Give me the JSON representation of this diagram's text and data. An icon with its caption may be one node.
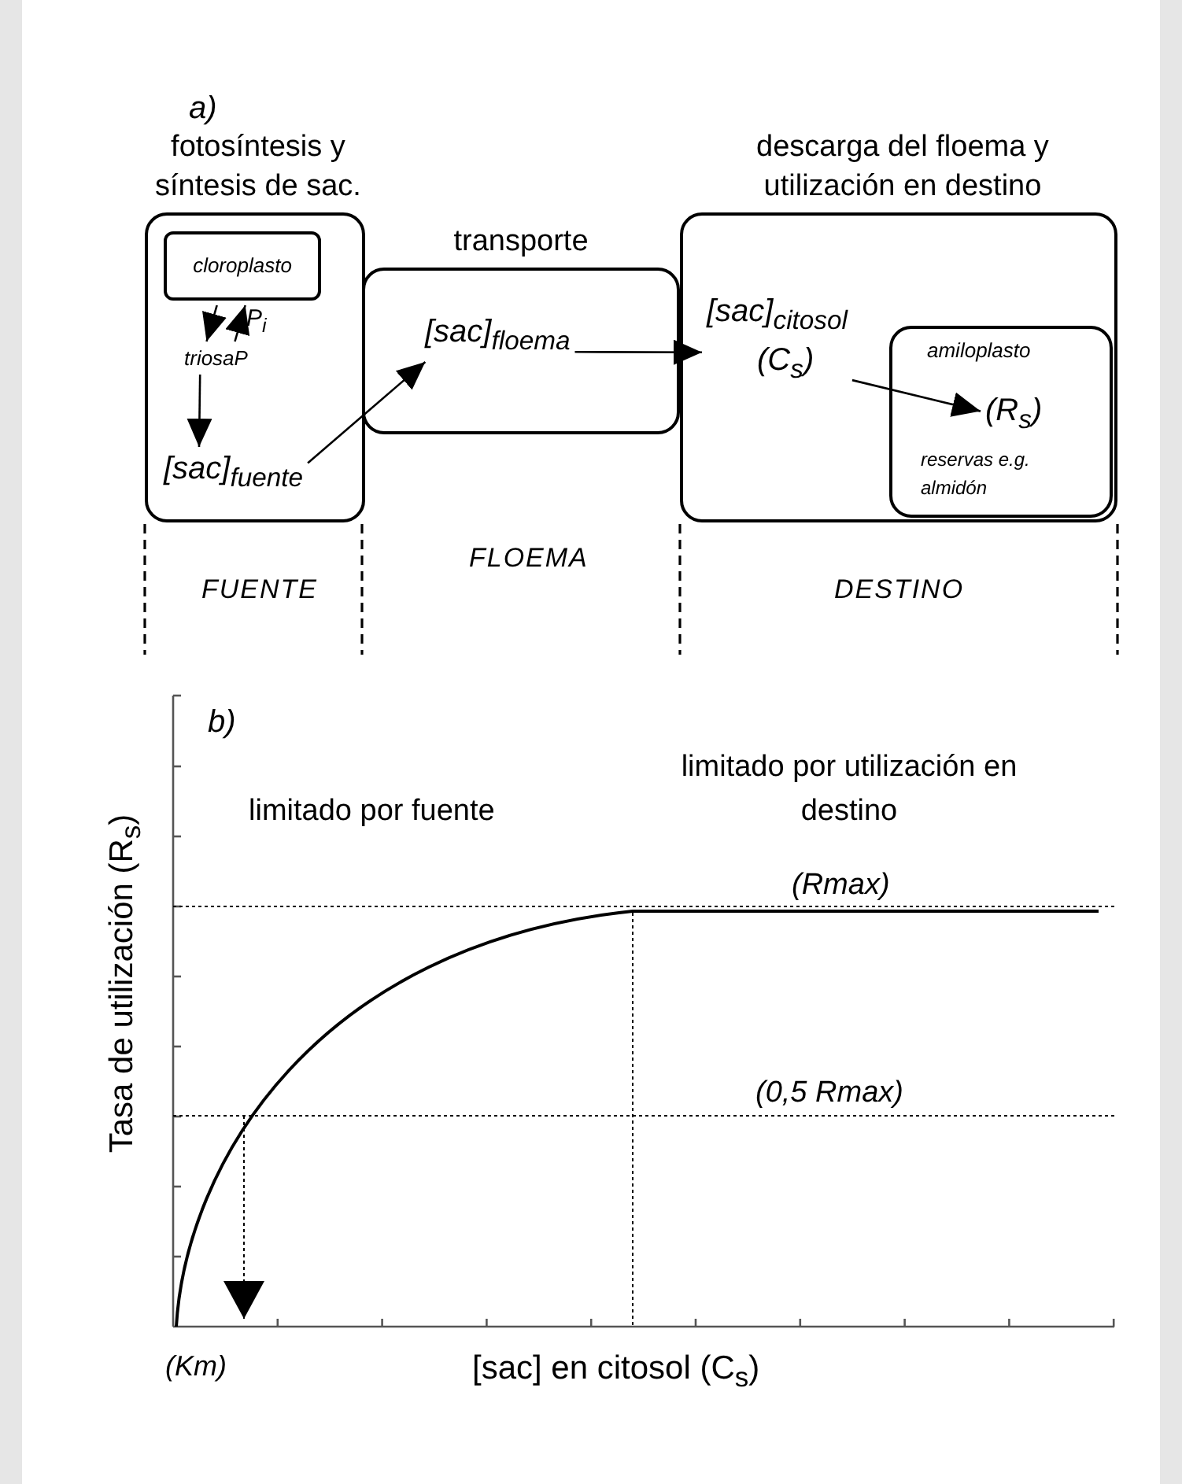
{
  "diagram": {
    "nodes": [
      {
        "text": [
          "fotosíntesis y síntesis de sac."
        ]
      },
      {
        "text": [
          "cloroplasto"
        ],
        "in": 0
      },
      {
        "text": [
          "triosaP"
        ],
        "in": 0
      },
      {
        "text": [
          "[sac]$_{fuente}$"
        ],
        "in": 0
      },
      {
        "text": [
          "transporte"
        ]
      },
      {
        "text": [
          "[sac]$_{floema}$"
        ],
        "in": 4
      },
      {
        "text": [
          "descarga del floema y utilización en destino"
        ]
      },
      {
        "text": [
          "[sac]$_{citosol}$",
          "(C$_{s}$)"
        ],
        "in": 6
      },
      {
        "text": [
          "amiloplasto",
          "reservas e.g. almidón"
        ],
        "in": 6
      },
      {
        "text": [
          "(R$_{s}$)"
        ],
        "in": 8
      }
    ],
    "edges": [
      {
        "from": 1,
        "to": 2,
        "arrow": "to"
      },
      {
        "from": 2,
        "to": 1,
        "arrow": "to",
        "label": "P$_{i}$"
      },
      {
        "from": 2,
        "to": 3,
        "arrow": "to"
      },
      {
        "from": 3,
        "to": 5,
        "arrow": "to"
      },
      {
        "from": 5,
        "to": 7,
        "arrow": "to"
      },
      {
        "from": 7,
        "to": 9,
        "arrow": "to"
      }
    ],
    "labels": [
      "a)",
      "FUENTE",
      "FLOEMA",
      "DESTINO",
      "b)",
      "limitado por fuente",
      "limitado por utilización en destino",
      "(Rmax)",
      "(0,5 Rmax)",
      "Tasa de utilización (R$_{s}$)",
      "(Km)",
      "[sac] en citosol (C$_{s}$)"
    ]
  }
}
